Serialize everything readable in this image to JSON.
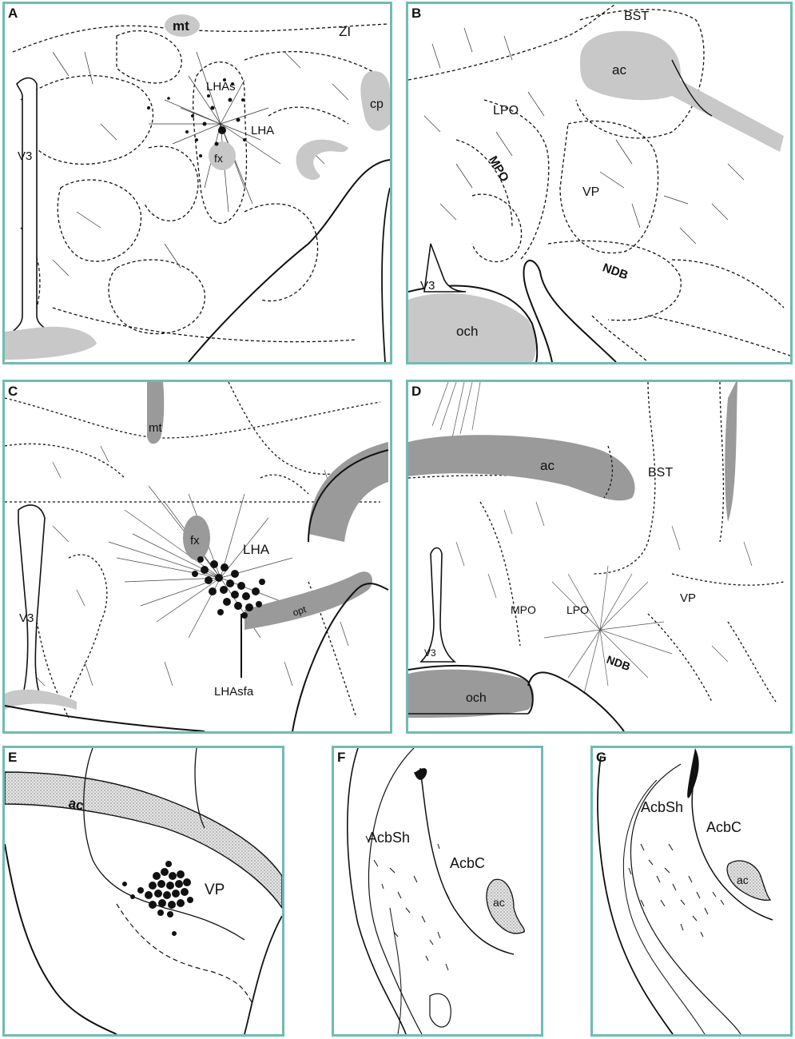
{
  "style": {
    "frame_color": "#6fbcb3",
    "structure_fill": "#c8c8c8",
    "dark_fill": "#9a9a9a",
    "ink": "#111111"
  },
  "panels": {
    "A": {
      "letter": "A",
      "labels": {
        "mt": "mt",
        "zi": "ZI",
        "lhas": "LHAs",
        "lha": "LHA",
        "fx": "fx",
        "cp": "cp",
        "v3": "V3"
      }
    },
    "B": {
      "letter": "B",
      "labels": {
        "bst": "BST",
        "ac": "ac",
        "lpo": "LPO",
        "mpo": "MPO",
        "vp": "VP",
        "ndb": "NDB",
        "v3": "V3",
        "och": "och"
      }
    },
    "C": {
      "letter": "C",
      "labels": {
        "mt": "mt",
        "fx": "fx",
        "lha": "LHA",
        "v3": "V3",
        "opt": "opt",
        "lhasfa": "LHAsfa"
      }
    },
    "D": {
      "letter": "D",
      "labels": {
        "ac": "ac",
        "bst": "BST",
        "mpo": "MPO",
        "lpo": "LPO",
        "vp": "VP",
        "ndb": "NDB",
        "v3": "V3",
        "och": "och"
      }
    },
    "E": {
      "letter": "E",
      "labels": {
        "ac": "ac",
        "vp": "VP"
      }
    },
    "F": {
      "letter": "F",
      "labels": {
        "acbsh": "AcbSh",
        "acbc": "AcbC",
        "ac": "ac"
      }
    },
    "G": {
      "letter": "G",
      "labels": {
        "acbsh": "AcbSh",
        "acbc": "AcbC",
        "ac": "ac"
      }
    }
  }
}
